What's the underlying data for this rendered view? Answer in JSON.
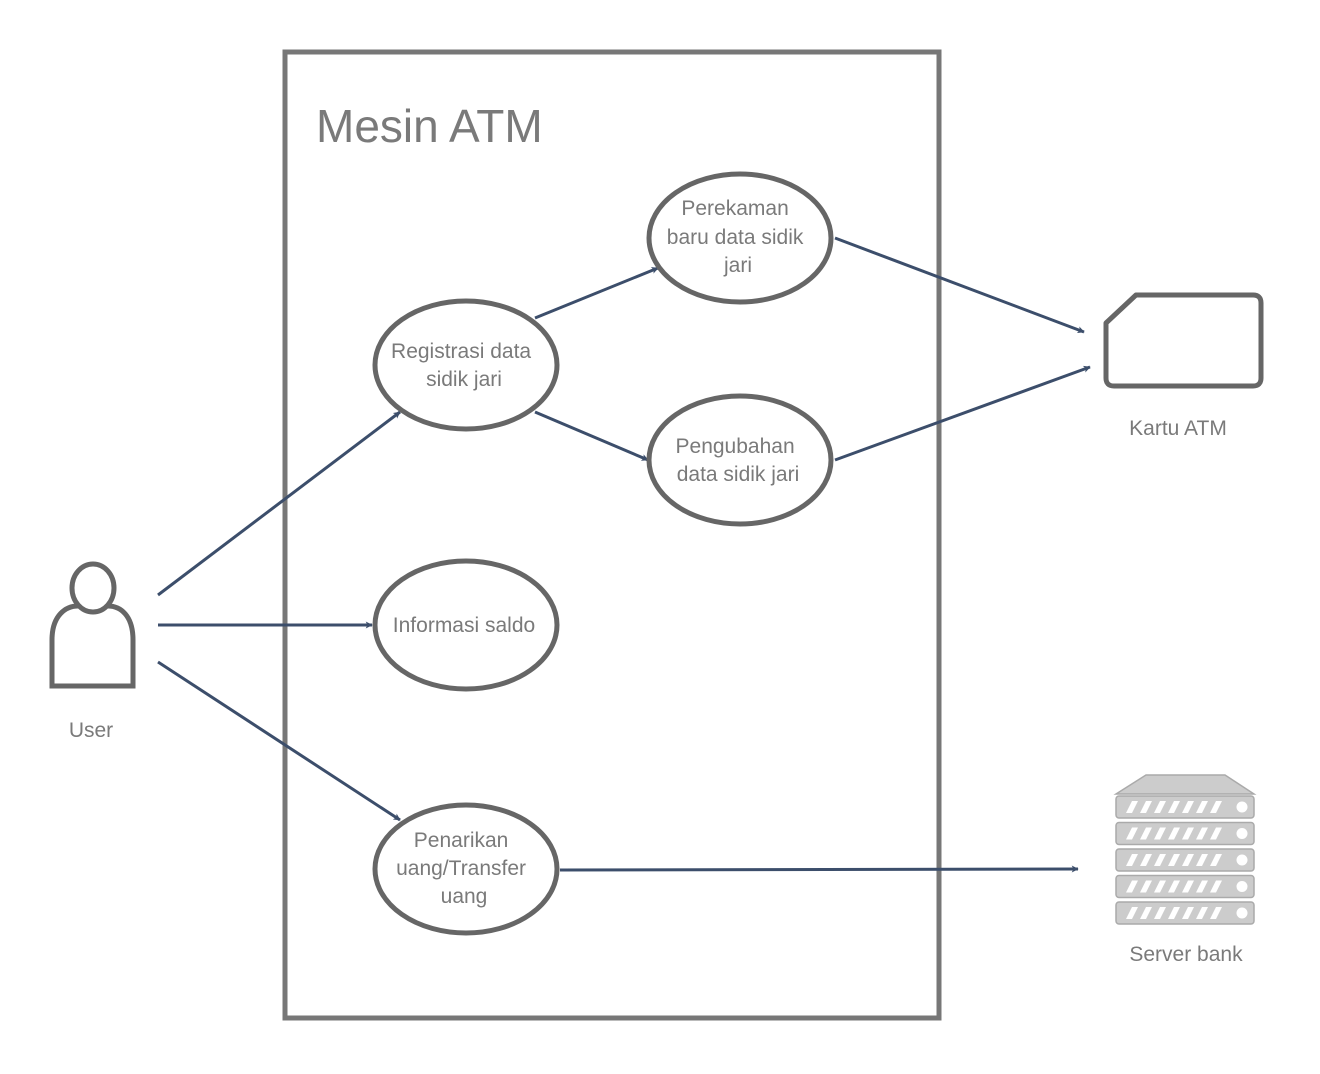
{
  "system": {
    "title": "Mesin ATM"
  },
  "actors": {
    "user": {
      "label": "User"
    },
    "card": {
      "label": "Kartu ATM"
    },
    "server": {
      "label": "Server bank"
    }
  },
  "use_cases": {
    "registrasi": {
      "lines": [
        "Registrasi data",
        "sidik jari"
      ]
    },
    "perekaman": {
      "lines": [
        "Perekaman",
        "baru data sidik",
        "jari"
      ]
    },
    "pengubahan": {
      "lines": [
        "Pengubahan",
        "data sidik jari"
      ]
    },
    "informasi": {
      "lines": [
        "Informasi saldo"
      ]
    },
    "penarikan": {
      "lines": [
        "Penarikan",
        "uang/Transfer",
        "uang"
      ]
    }
  },
  "colors": {
    "outline": "#666666",
    "text": "#7a7a7a",
    "arrow": "#3c4e6b",
    "server_fill": "#cccccc"
  }
}
